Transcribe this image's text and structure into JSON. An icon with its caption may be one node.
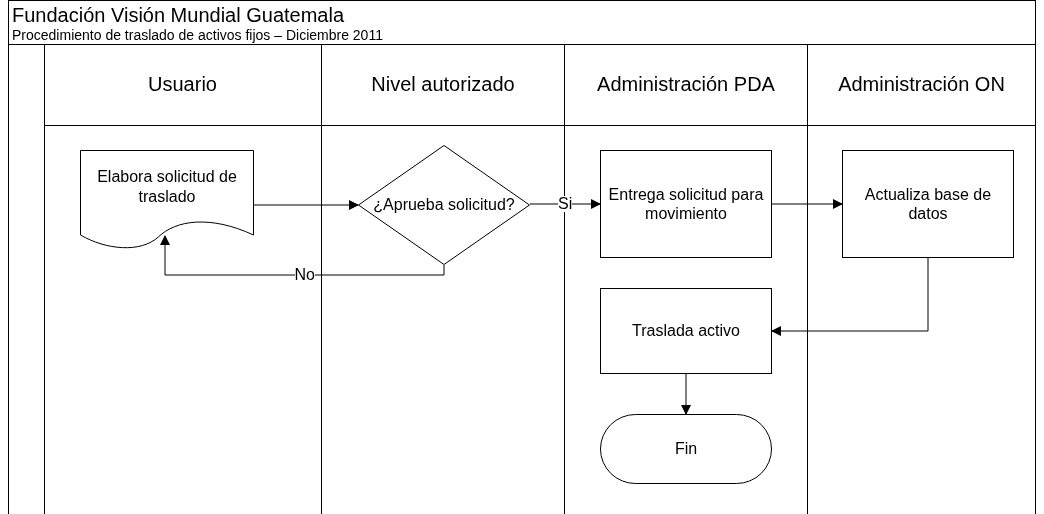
{
  "diagram": {
    "title": "Fundación Visión Mundial Guatemala",
    "nodes": [
      {
        "text": [
          "Usuario"
        ]
      },
      {
        "text": [
          "Nivel autorizado"
        ]
      },
      {
        "text": [
          "Administración PDA"
        ]
      },
      {
        "text": [
          "Administración ON"
        ]
      },
      {
        "text": [
          "Elabora solicitud de traslado"
        ],
        "in": 0
      },
      {
        "text": [
          "¿Aprueba solicitud?"
        ],
        "in": 1
      },
      {
        "text": [
          "Entrega solicitud para movimiento"
        ],
        "in": 2
      },
      {
        "text": [
          "Actualiza base de datos"
        ],
        "in": 3
      },
      {
        "text": [
          "Traslada activo"
        ],
        "in": 2
      },
      {
        "text": [
          "Fin"
        ],
        "in": 2
      }
    ],
    "edges": [
      {
        "from": 4,
        "to": 5,
        "arrow": "to"
      },
      {
        "from": 5,
        "to": 6,
        "arrow": "to",
        "label": "Si"
      },
      {
        "from": 6,
        "to": 7,
        "arrow": "to"
      },
      {
        "from": 5,
        "to": 4,
        "arrow": "to",
        "label": "No"
      },
      {
        "from": 7,
        "to": 8,
        "arrow": "to"
      },
      {
        "from": 8,
        "to": 9,
        "arrow": "to"
      }
    ],
    "labels": [
      "Procedimiento de traslado de activos fijos – Diciembre 2011"
    ]
  }
}
